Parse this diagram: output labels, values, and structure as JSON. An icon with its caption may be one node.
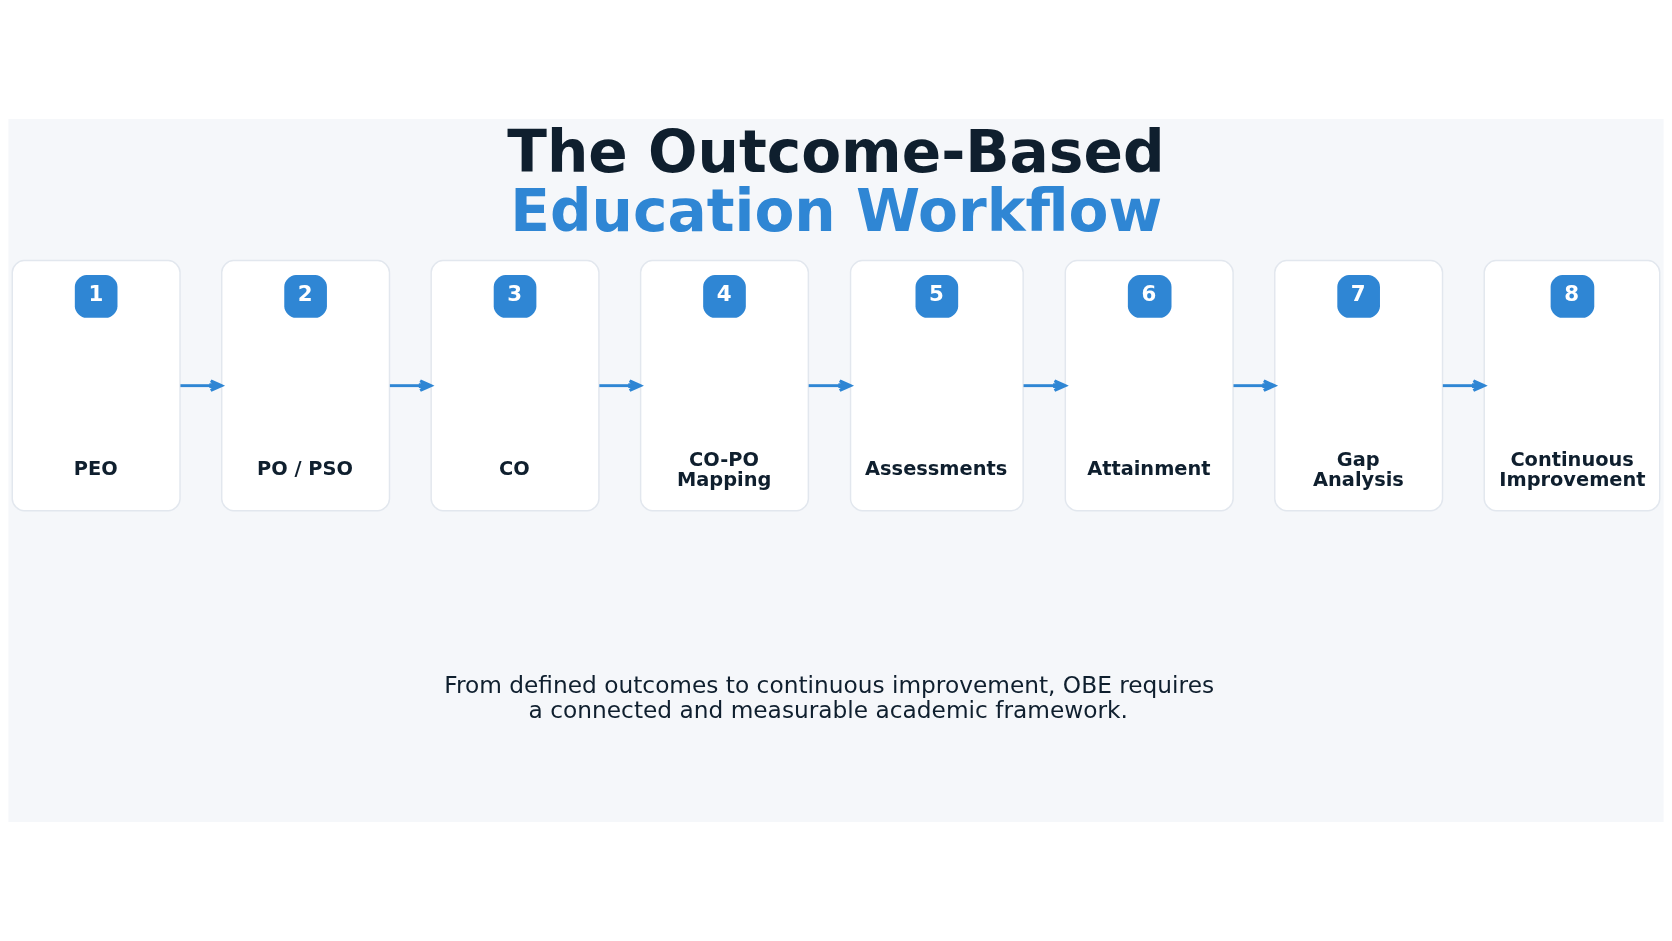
{
  "diagram": {
    "title": "The Outcome-Based Education Workflow",
    "caption": "From defined outcomes to continuous improvement, OBE requires a connected and measurable academic framework.",
    "nodes": [
      {
        "text": [
          "1",
          "PEO"
        ]
      },
      {
        "text": [
          "2",
          "PO / PSO"
        ]
      },
      {
        "text": [
          "3",
          "CO"
        ]
      },
      {
        "text": [
          "4",
          "CO-PO Mapping"
        ]
      },
      {
        "text": [
          "5",
          "Assessments"
        ]
      },
      {
        "text": [
          "6",
          "Attainment"
        ]
      },
      {
        "text": [
          "7",
          "Gap Analysis"
        ]
      },
      {
        "text": [
          "8",
          "Continuous Improvement"
        ]
      }
    ],
    "edges": [
      {
        "from": 0,
        "to": 1,
        "arrow": "to"
      },
      {
        "from": 1,
        "to": 2,
        "arrow": "to"
      },
      {
        "from": 2,
        "to": 3,
        "arrow": "to"
      },
      {
        "from": 3,
        "to": 4,
        "arrow": "to"
      },
      {
        "from": 4,
        "to": 5,
        "arrow": "to"
      },
      {
        "from": 5,
        "to": 6,
        "arrow": "to"
      },
      {
        "from": 6,
        "to": 7,
        "arrow": "to"
      }
    ]
  }
}
